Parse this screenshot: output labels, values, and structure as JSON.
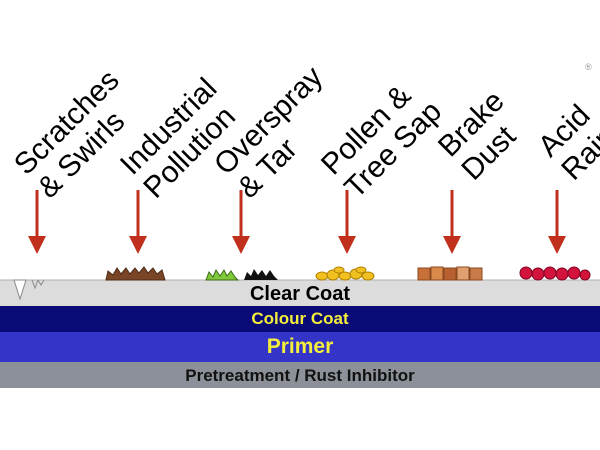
{
  "contaminants": [
    {
      "line1": "Scratches",
      "line2": "& Swirls"
    },
    {
      "line1": "Industrial",
      "line2": "Pollution"
    },
    {
      "line1": "Overspray",
      "line2": "& Tar"
    },
    {
      "line1": "Pollen &",
      "line2": "Tree Sap"
    },
    {
      "line1": "Brake",
      "line2": "Dust"
    },
    {
      "line1": "Acid",
      "line2": "Rain"
    }
  ],
  "layers": {
    "clear_coat": "Clear Coat",
    "colour_coat": "Colour Coat",
    "primer": "Primer",
    "pretreatment": "Pretreatment / Rust Inhibitor"
  },
  "colors": {
    "arrow": "#c0301c",
    "clear_coat": "#dcdcdc",
    "colour_coat": "#0b0b78",
    "primer": "#3434c8",
    "pretreatment": "#8c9098",
    "colour_coat_text": "#f2ee3a",
    "primer_text": "#f2ee3a"
  },
  "icons": [
    "registered-mark-icon"
  ]
}
